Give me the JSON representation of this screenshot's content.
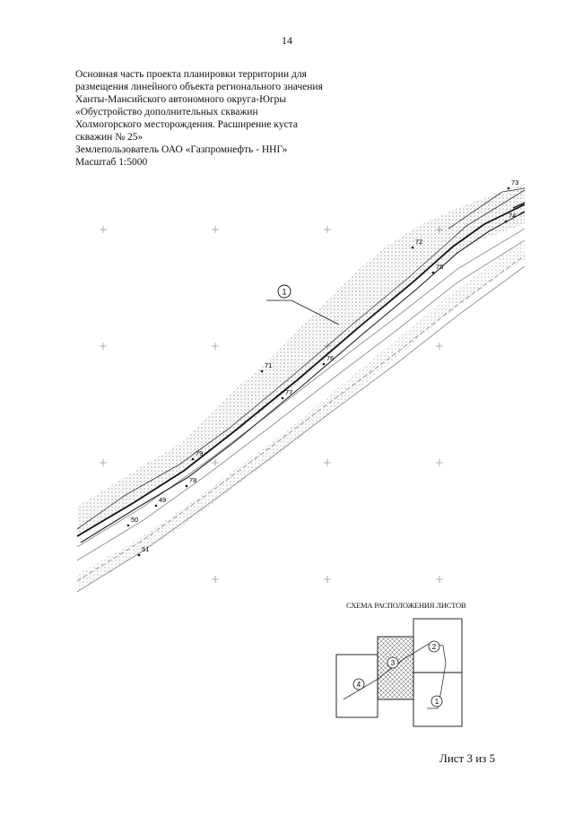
{
  "page_number": "14",
  "heading": {
    "lines": [
      "Основная часть проекта планировки территории для",
      "размещения линейного объекта регионального значения",
      "Ханты-Мансийского автономного округа-Югры",
      "«Обустройство дополнительных скважин",
      "Холмогорского месторождения. Расширение куста",
      "скважин № 25»",
      "Землепользователь ОАО «Газпромнефть - ННГ»",
      "Масштаб 1:5000"
    ]
  },
  "map": {
    "callout_label": "1",
    "point_labels": [
      "73",
      "74",
      "72",
      "75",
      "71",
      "76",
      "77",
      "79",
      "78",
      "49",
      "50",
      "51"
    ]
  },
  "scheme": {
    "title": "СХЕМА РАСПОЛОЖЕНИЯ ЛИСТОВ",
    "sheet_labels": [
      "1",
      "2",
      "3",
      "4"
    ]
  },
  "footer": {
    "sheet_text": "Лист 3 из 5"
  },
  "colors": {
    "ink": "#111111",
    "grey": "#9a9a9a",
    "hatch": "#bcbcbc"
  }
}
